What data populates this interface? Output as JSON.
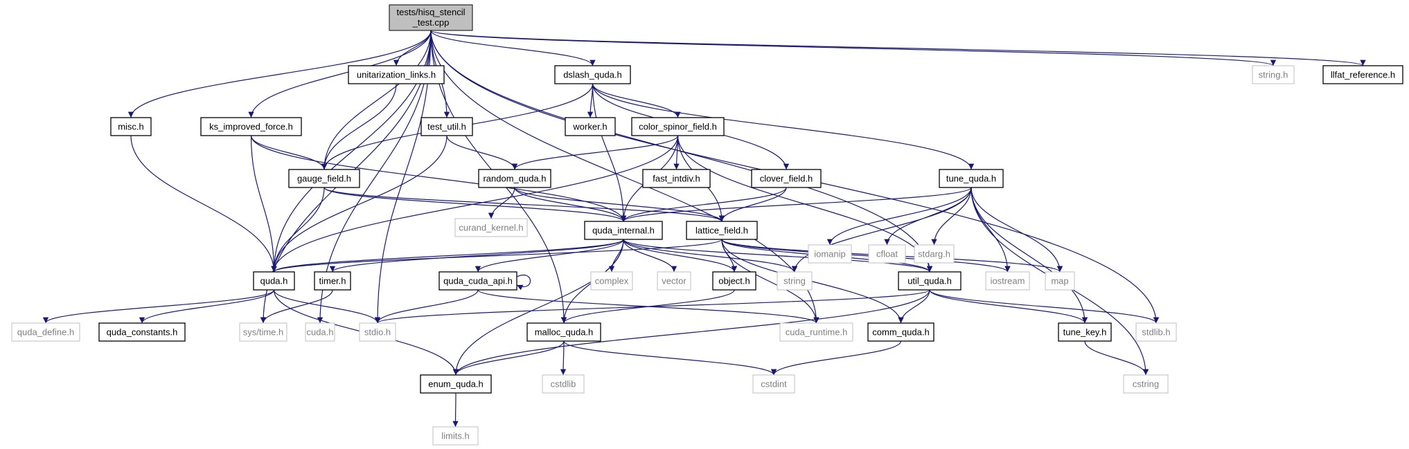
{
  "colors": {
    "edge": "#191970",
    "node_border_dark": "#000000",
    "node_border_gray": "#bfbfbf",
    "node_fill": "#ffffff",
    "root_fill": "#bfbfbf",
    "text_dark": "#000000",
    "text_gray": "#808080"
  },
  "root": {
    "line1": "tests/hisq_stencil",
    "line2": "_test.cpp"
  },
  "nodes": [
    {
      "id": "unitarization",
      "label": "unitarization_links.h",
      "style": "dark"
    },
    {
      "id": "dslash",
      "label": "dslash_quda.h",
      "style": "dark"
    },
    {
      "id": "string_h",
      "label": "string.h",
      "style": "gray"
    },
    {
      "id": "llfat",
      "label": "llfat_reference.h",
      "style": "dark"
    },
    {
      "id": "misc",
      "label": "misc.h",
      "style": "dark"
    },
    {
      "id": "ks",
      "label": "ks_improved_force.h",
      "style": "dark"
    },
    {
      "id": "test_util",
      "label": "test_util.h",
      "style": "dark"
    },
    {
      "id": "worker",
      "label": "worker.h",
      "style": "dark"
    },
    {
      "id": "color_spinor",
      "label": "color_spinor_field.h",
      "style": "dark"
    },
    {
      "id": "gauge",
      "label": "gauge_field.h",
      "style": "dark"
    },
    {
      "id": "random",
      "label": "random_quda.h",
      "style": "dark"
    },
    {
      "id": "fast_intdiv",
      "label": "fast_intdiv.h",
      "style": "dark"
    },
    {
      "id": "clover",
      "label": "clover_field.h",
      "style": "dark"
    },
    {
      "id": "tune",
      "label": "tune_quda.h",
      "style": "dark"
    },
    {
      "id": "curand",
      "label": "curand_kernel.h",
      "style": "gray"
    },
    {
      "id": "quda_internal",
      "label": "quda_internal.h",
      "style": "dark"
    },
    {
      "id": "lattice",
      "label": "lattice_field.h",
      "style": "dark"
    },
    {
      "id": "iomanip",
      "label": "iomanip",
      "style": "gray"
    },
    {
      "id": "cfloat",
      "label": "cfloat",
      "style": "gray"
    },
    {
      "id": "stdarg",
      "label": "stdarg.h",
      "style": "gray"
    },
    {
      "id": "quda_h",
      "label": "quda.h",
      "style": "dark"
    },
    {
      "id": "timer",
      "label": "timer.h",
      "style": "dark"
    },
    {
      "id": "cuda_api",
      "label": "quda_cuda_api.h",
      "style": "dark"
    },
    {
      "id": "complex",
      "label": "complex",
      "style": "gray"
    },
    {
      "id": "vector",
      "label": "vector",
      "style": "gray"
    },
    {
      "id": "object",
      "label": "object.h",
      "style": "dark"
    },
    {
      "id": "string",
      "label": "string",
      "style": "gray"
    },
    {
      "id": "util",
      "label": "util_quda.h",
      "style": "dark"
    },
    {
      "id": "iostream",
      "label": "iostream",
      "style": "gray"
    },
    {
      "id": "map",
      "label": "map",
      "style": "gray"
    },
    {
      "id": "quda_define",
      "label": "quda_define.h",
      "style": "gray"
    },
    {
      "id": "quda_constants",
      "label": "quda_constants.h",
      "style": "dark"
    },
    {
      "id": "systime",
      "label": "sys/time.h",
      "style": "gray"
    },
    {
      "id": "cuda_h",
      "label": "cuda.h",
      "style": "gray"
    },
    {
      "id": "stdio",
      "label": "stdio.h",
      "style": "gray"
    },
    {
      "id": "malloc",
      "label": "malloc_quda.h",
      "style": "dark"
    },
    {
      "id": "cuda_runtime",
      "label": "cuda_runtime.h",
      "style": "gray"
    },
    {
      "id": "comm",
      "label": "comm_quda.h",
      "style": "dark"
    },
    {
      "id": "tune_key",
      "label": "tune_key.h",
      "style": "dark"
    },
    {
      "id": "stdlib",
      "label": "stdlib.h",
      "style": "gray"
    },
    {
      "id": "enum",
      "label": "enum_quda.h",
      "style": "dark"
    },
    {
      "id": "cstdlib",
      "label": "cstdlib",
      "style": "gray"
    },
    {
      "id": "cstdint",
      "label": "cstdint",
      "style": "gray"
    },
    {
      "id": "cstring",
      "label": "cstring",
      "style": "gray"
    },
    {
      "id": "limits",
      "label": "limits.h",
      "style": "gray"
    }
  ],
  "edges": [
    [
      "root",
      "unitarization"
    ],
    [
      "root",
      "dslash"
    ],
    [
      "root",
      "string_h"
    ],
    [
      "root",
      "llfat"
    ],
    [
      "root",
      "misc"
    ],
    [
      "root",
      "ks"
    ],
    [
      "root",
      "test_util"
    ],
    [
      "root",
      "gauge"
    ],
    [
      "root",
      "quda_h"
    ],
    [
      "root",
      "malloc"
    ],
    [
      "root",
      "util"
    ],
    [
      "root",
      "stdlib"
    ],
    [
      "root",
      "cuda_runtime"
    ],
    [
      "root",
      "systime"
    ],
    [
      "root",
      "stdio"
    ],
    [
      "root",
      "cuda_h"
    ],
    [
      "unitarization",
      "gauge"
    ],
    [
      "dslash",
      "worker"
    ],
    [
      "dslash",
      "color_spinor"
    ],
    [
      "dslash",
      "gauge"
    ],
    [
      "dslash",
      "clover"
    ],
    [
      "dslash",
      "tune"
    ],
    [
      "dslash",
      "quda_internal"
    ],
    [
      "misc",
      "quda_h"
    ],
    [
      "ks",
      "gauge"
    ],
    [
      "ks",
      "quda_h"
    ],
    [
      "ks",
      "quda_internal"
    ],
    [
      "test_util",
      "random"
    ],
    [
      "test_util",
      "quda_h"
    ],
    [
      "color_spinor",
      "random"
    ],
    [
      "color_spinor",
      "fast_intdiv"
    ],
    [
      "color_spinor",
      "quda_internal"
    ],
    [
      "color_spinor",
      "lattice"
    ],
    [
      "color_spinor",
      "quda_h"
    ],
    [
      "color_spinor",
      "util"
    ],
    [
      "gauge",
      "quda_internal"
    ],
    [
      "gauge",
      "lattice"
    ],
    [
      "gauge",
      "quda_h"
    ],
    [
      "random",
      "curand"
    ],
    [
      "random",
      "quda_internal"
    ],
    [
      "random",
      "lattice"
    ],
    [
      "clover",
      "quda_internal"
    ],
    [
      "clover",
      "lattice"
    ],
    [
      "tune",
      "quda_internal"
    ],
    [
      "tune",
      "iomanip"
    ],
    [
      "tune",
      "cfloat"
    ],
    [
      "tune",
      "stdarg"
    ],
    [
      "tune",
      "string"
    ],
    [
      "tune",
      "iostream"
    ],
    [
      "tune",
      "map"
    ],
    [
      "tune",
      "tune_key"
    ],
    [
      "tune",
      "cstring"
    ],
    [
      "quda_internal",
      "quda_h"
    ],
    [
      "quda_internal",
      "timer"
    ],
    [
      "quda_internal",
      "cuda_api"
    ],
    [
      "quda_internal",
      "complex"
    ],
    [
      "quda_internal",
      "vector"
    ],
    [
      "quda_internal",
      "object"
    ],
    [
      "quda_internal",
      "string"
    ],
    [
      "quda_internal",
      "util"
    ],
    [
      "quda_internal",
      "malloc"
    ],
    [
      "quda_internal",
      "enum"
    ],
    [
      "lattice",
      "quda_h"
    ],
    [
      "lattice",
      "object"
    ],
    [
      "lattice",
      "util"
    ],
    [
      "lattice",
      "iostream"
    ],
    [
      "lattice",
      "map"
    ],
    [
      "lattice",
      "comm"
    ],
    [
      "lattice",
      "cuda_runtime"
    ],
    [
      "quda_h",
      "quda_define"
    ],
    [
      "quda_h",
      "quda_constants"
    ],
    [
      "quda_h",
      "stdio"
    ],
    [
      "quda_h",
      "enum"
    ],
    [
      "timer",
      "systime"
    ],
    [
      "cuda_api",
      "cuda_api"
    ],
    [
      "cuda_api",
      "stdio"
    ],
    [
      "cuda_api",
      "cuda_runtime"
    ],
    [
      "object",
      "malloc"
    ],
    [
      "util",
      "stdio"
    ],
    [
      "util",
      "comm"
    ],
    [
      "util",
      "tune_key"
    ],
    [
      "util",
      "stdlib"
    ],
    [
      "util",
      "enum"
    ],
    [
      "malloc",
      "enum"
    ],
    [
      "malloc",
      "cstdlib"
    ],
    [
      "malloc",
      "cstdint"
    ],
    [
      "comm",
      "cstdint"
    ],
    [
      "tune_key",
      "cstring"
    ],
    [
      "enum",
      "limits"
    ]
  ]
}
